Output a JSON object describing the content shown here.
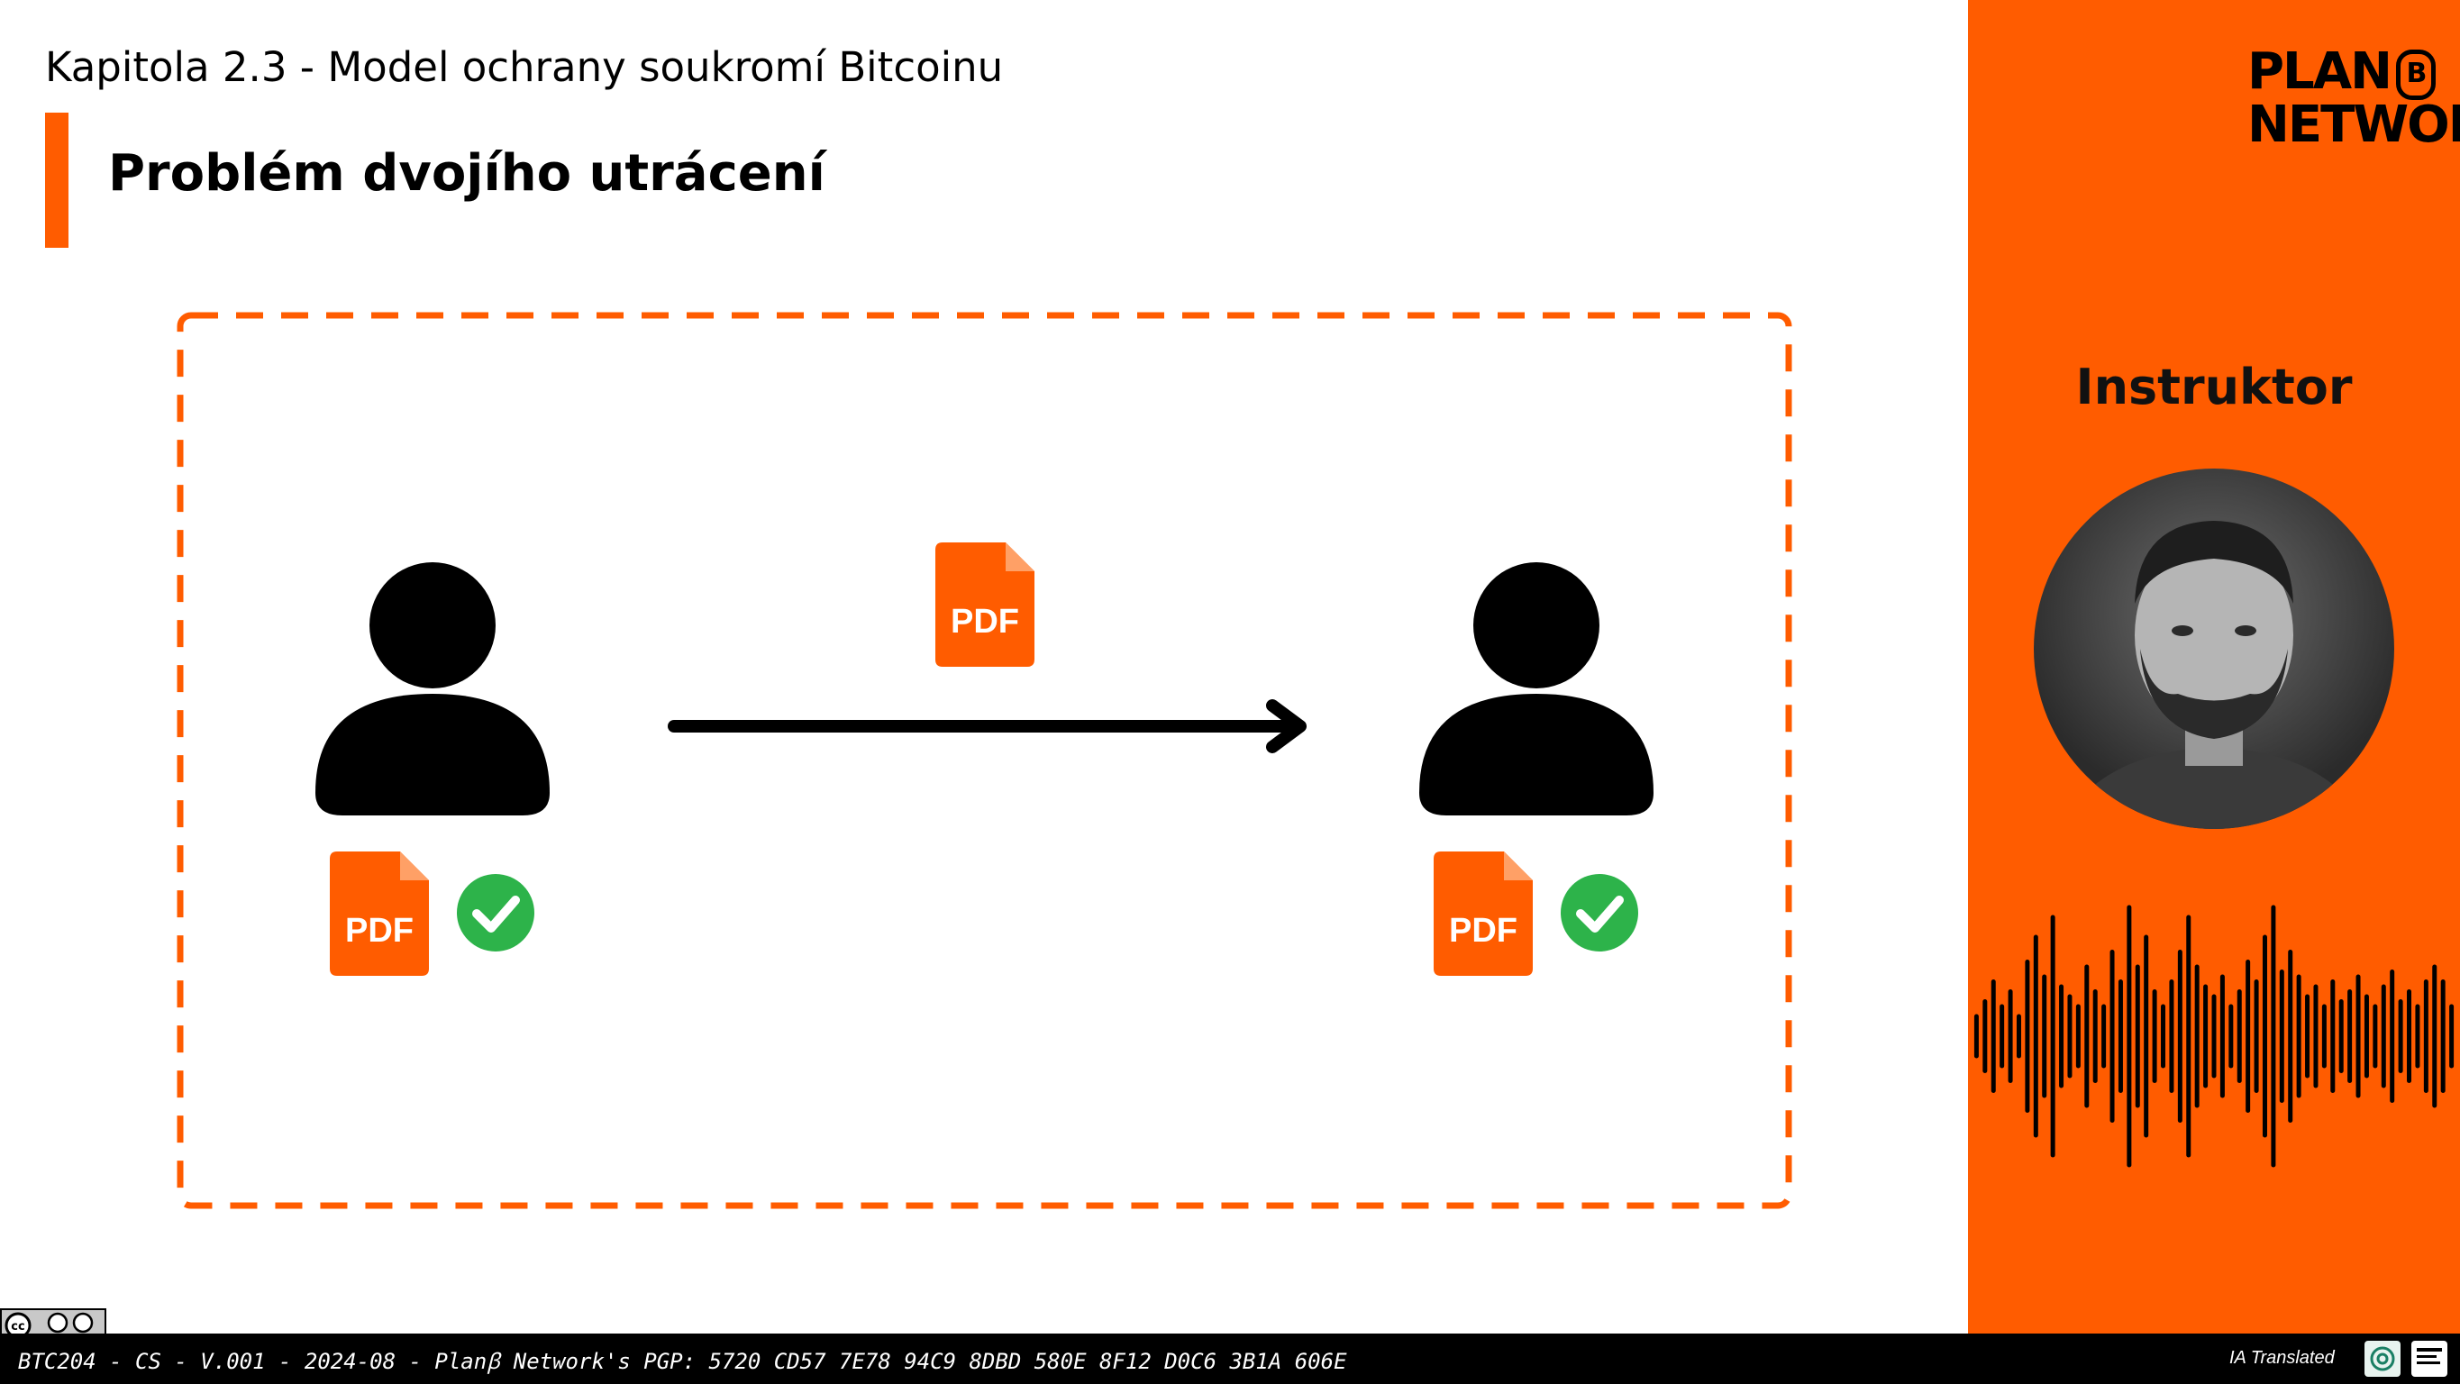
{
  "header": {
    "chapter": "Kapitola 2.3 - Model ochrany soukromí Bitcoinu",
    "title": "Problém dvojího utrácení"
  },
  "diagram": {
    "document_label": "PDF"
  },
  "side_panel": {
    "logo_line1": "PLAN",
    "logo_b": "B",
    "logo_line2": "NETWORK",
    "instructor_label": "Instruktor"
  },
  "footer": {
    "text": "BTC204 - CS - V.001 - 2024-08 - Planꞵ Network's PGP: 5720 CD57 7E78 94C9 8DBD 580E 8F12 D0C6 3B1A 606E",
    "ia_label": "IA Translated"
  },
  "colors": {
    "accent": "#ff5c00",
    "check": "#2db34a"
  }
}
